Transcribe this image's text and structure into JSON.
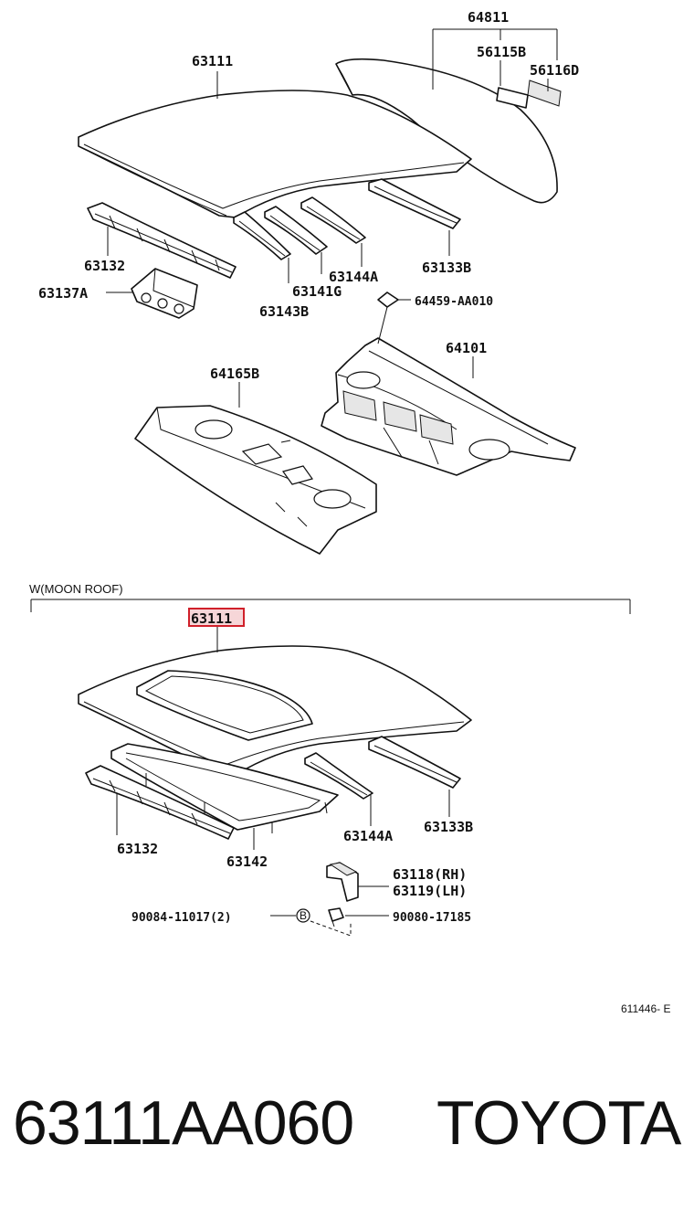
{
  "labels": {
    "p64811": "64811",
    "p56115B": "56115B",
    "p56116D": "56116D",
    "p63111_top": "63111",
    "p63132_top": "63132",
    "p63137A": "63137A",
    "p63141G": "63141G",
    "p63143B": "63143B",
    "p63144A_top": "63144A",
    "p63133B_top": "63133B",
    "p64459": "64459-AA010",
    "p64101": "64101",
    "p64165B": "64165B",
    "p63111_bottom": "63111",
    "p63132_bottom": "63132",
    "p63142": "63142",
    "p63144A_bottom": "63144A",
    "p63133B_bottom": "63133B",
    "p63118": "63118(RH)",
    "p63119": "63119(LH)",
    "p90084": "90084-11017(2)",
    "p90080": "90080-17185",
    "callout_b": "B"
  },
  "section_title": "W(MOON ROOF)",
  "figure_ref": "611446- E",
  "footer": {
    "part_number": "63111AA060",
    "brand": "TOYOTA"
  },
  "colors": {
    "ink": "#111111",
    "highlight_box": "#d0202a",
    "highlight_fill": "#f6d6d8"
  }
}
